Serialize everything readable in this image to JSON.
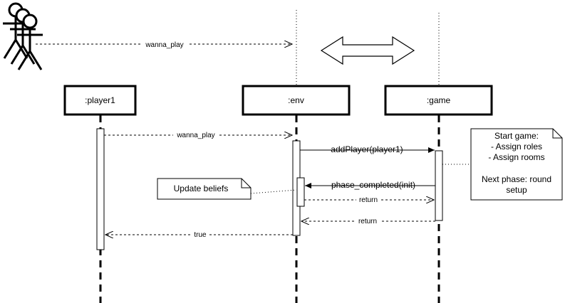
{
  "participants": {
    "player1": ":player1",
    "env": ":env",
    "game": ":game"
  },
  "messages": {
    "actors_to_env": "wanna_play",
    "player1_to_env": "wanna_play",
    "env_to_game": "addPlayer(player1)",
    "game_to_env_phase": "phase_completed(init)",
    "env_self_return": "return",
    "game_to_env_return": "return",
    "env_to_player1": "true"
  },
  "notes": {
    "update_beliefs": "Update beliefs",
    "start_game": {
      "line1": "Start game:",
      "line2": "- Assign roles",
      "line3": "- Assign rooms",
      "line4": "Next phase: round",
      "line5": "setup"
    }
  }
}
